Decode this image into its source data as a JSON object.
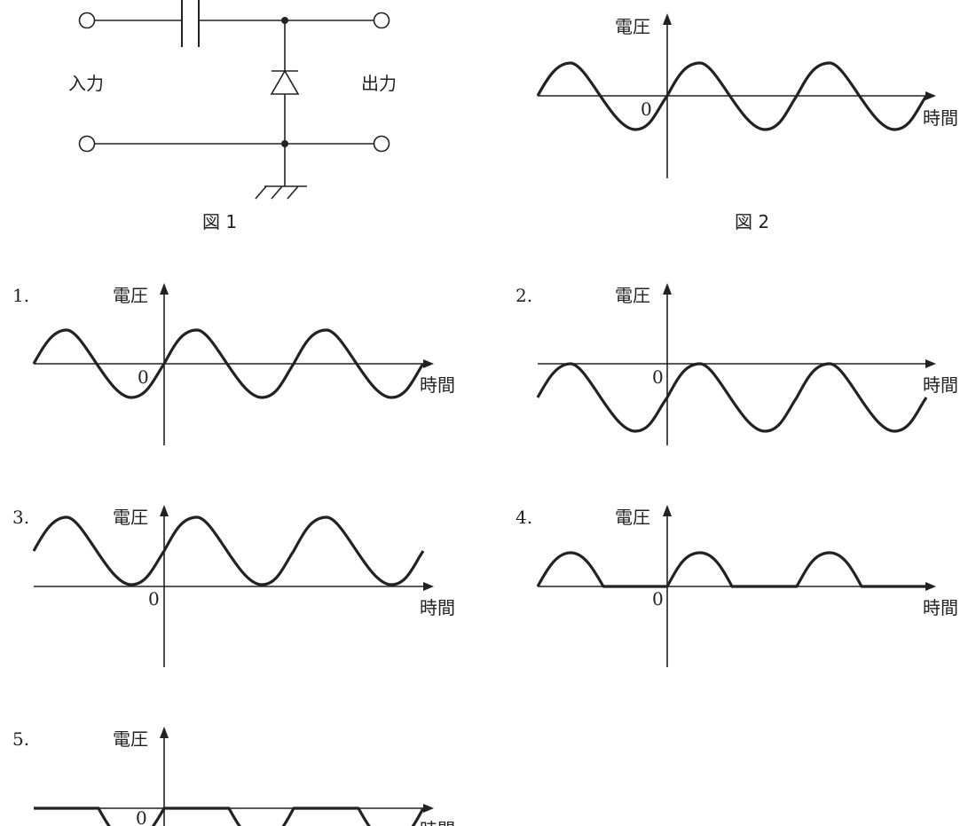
{
  "colors": {
    "line": "#222222",
    "background": "#ffffff"
  },
  "figure1": {
    "caption": "図 1",
    "input_label": "入力",
    "output_label": "出力",
    "components": [
      "capacitor-icon",
      "diode-icon",
      "ground-icon",
      "terminal-icon"
    ]
  },
  "figure2": {
    "caption": "図 2",
    "axis": {
      "y_label": "電圧",
      "x_label": "時間",
      "origin_label": "0"
    },
    "waveform": "sine"
  },
  "choices": [
    {
      "label": "1.",
      "axis": {
        "y_label": "電圧",
        "x_label": "時間",
        "origin_label": "0"
      },
      "waveform": "sine"
    },
    {
      "label": "2.",
      "axis": {
        "y_label": "電圧",
        "x_label": "時間",
        "origin_label": "0"
      },
      "waveform": "sine-shifted-down"
    },
    {
      "label": "3.",
      "axis": {
        "y_label": "電圧",
        "x_label": "時間",
        "origin_label": "0"
      },
      "waveform": "sine-shifted-up"
    },
    {
      "label": "4.",
      "axis": {
        "y_label": "電圧",
        "x_label": "時間",
        "origin_label": "0"
      },
      "waveform": "half-wave-positive"
    },
    {
      "label": "5.",
      "axis": {
        "y_label": "電圧",
        "x_label": "時間",
        "origin_label": "0"
      },
      "waveform": "half-wave-negative"
    }
  ]
}
